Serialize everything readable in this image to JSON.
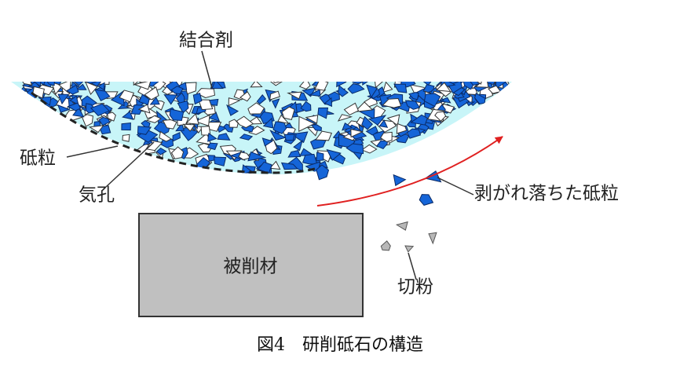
{
  "labels": {
    "binder": "結合剤",
    "abrasive_grain": "砥粒",
    "pore": "気孔",
    "workpiece": "被削材",
    "detached_grains": "剥がれ落ちた砥粒",
    "chips": "切粉"
  },
  "caption": "図4　研削砥石の構造",
  "colors": {
    "binder_fill": "#c8f5f8",
    "grain_fill": "#1565d8",
    "grain_stroke": "#0a2a66",
    "pore_fill": "#ffffff",
    "pore_stroke": "#333333",
    "workpiece_fill": "#c0c0c0",
    "chip_fill": "#b8b8b8",
    "arrow_color": "#e02020"
  }
}
